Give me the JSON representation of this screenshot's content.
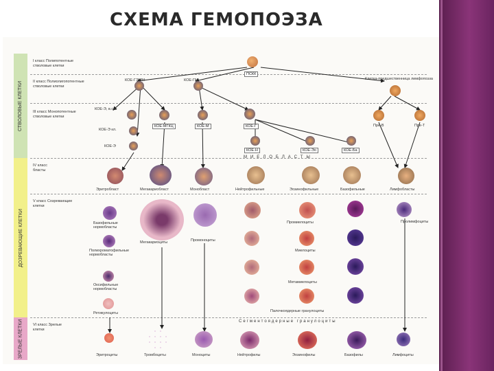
{
  "title": "СХЕМА ГЕМОПОЭЗА",
  "bands": {
    "stem": "СТВОЛОВЫЕ КЛЕТКИ",
    "maturing": "ДОЗРЕВАЮЩИЕ КЛЕТКИ",
    "mature": "ЗРЕЛЫЕ КЛЕТКИ"
  },
  "classes": {
    "c1": "I класс Полипотентные стволовые клетки",
    "c2": "II класс Полиолигопотентные стволовые клетки",
    "c3": "III класс Монопотентные стволовые клетки",
    "c4": "IV класс бласты",
    "c5": "V класс Созревающие клетки",
    "c6": "VI класс Зрелые клетки"
  },
  "nodes": {
    "psk": "ПСКК",
    "koe_gemm": "КОЕ-ГЭММ",
    "koe_gm": "КОЕ-ГМ",
    "lymph_precursor": "Клетка-предшественница лимфопоэза",
    "koe_e_bur": "КОЕ-Э, в.ср.",
    "koe_mgkc": "КОЕ-МГКЦ",
    "koe_m": "КОЕ-М",
    "koe_g": "КОЕ-Г",
    "koe_e_cl": "КОЕ-Э кл.",
    "koe_e": "КОЕ-Э",
    "pre_b": "Пре-В",
    "pre_t": "Пре-Т",
    "koe_n": "КОЕ-Н",
    "koe_eo": "КОЕ-Эо",
    "koe_ba": "КОЕ-Ба"
  },
  "myeloblasts": "МИЕЛОБЛАСТЫ",
  "segmented": "Сегментоядерные гранулоциты",
  "blasts": [
    "Эритробласт",
    "Мегакариобласт",
    "Монобласт",
    "Нейтрофильные",
    "Эозинофильные",
    "Базофильные",
    "Лимфобласты"
  ],
  "maturing_labels": {
    "bas_norm": "Базофильные нормобласты",
    "poly_norm": "Полихроматофильные нормобласты",
    "oxy_norm": "Оксифильные нормобласты",
    "retic": "Ретикулоциты",
    "megakar": "Мегакариоциты",
    "promono": "Промоноциты",
    "promyelo": "Промиелоциты",
    "myelo": "Миелоциты",
    "metamyelo": "Метамиелоциты",
    "band": "Палочкоядерные гранулоциты",
    "prolymph": "Пролимфоциты"
  },
  "mature": [
    "Эритроциты",
    "Тромбоциты",
    "Моноциты",
    "Нейтрофилы",
    "Эозинофилы",
    "Базофилы",
    "Лимфоциты"
  ],
  "colors": {
    "band_stem": "#cfe3b4",
    "band_maturing": "#f2f08a",
    "band_mature": "#e8a8c8",
    "sidebar": "#7a2c6c"
  }
}
